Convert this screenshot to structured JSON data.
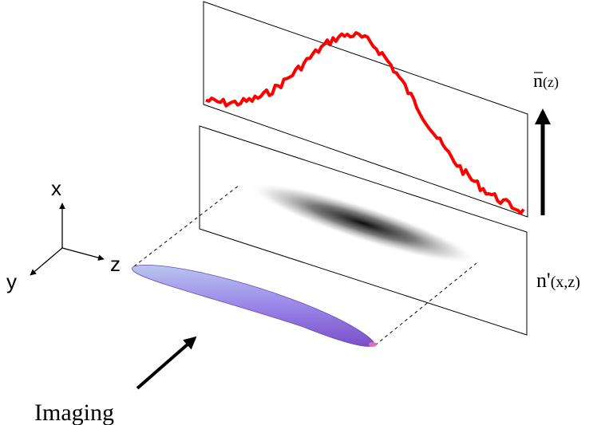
{
  "axes": {
    "x_label": "x",
    "y_label": "y",
    "z_label": "z"
  },
  "density_label": {
    "base": "n'",
    "args": "(x,z)"
  },
  "profile_label": {
    "base": "n",
    "bar": true,
    "args": "(z)"
  },
  "imaging_label": "Imaging",
  "colors": {
    "profile_line": "#ff0000",
    "cloud_top": "#b9c6ee",
    "cloud_mid": "#9a86e8",
    "cloud_bottom": "#7a4fc8",
    "cloud_tip": "#e070b0",
    "outline": "#000000"
  }
}
